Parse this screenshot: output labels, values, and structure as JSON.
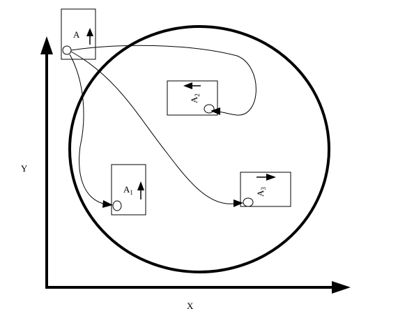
{
  "axes": {
    "x_label": "X",
    "y_label": "Y"
  },
  "frames": {
    "origin": {
      "label": "A",
      "subscript": ""
    },
    "a1": {
      "label": "A",
      "subscript": "1"
    },
    "a2": {
      "label": "A",
      "subscript": "2"
    },
    "a3": {
      "label": "A",
      "subscript": "3"
    }
  },
  "colors": {
    "stroke": "#000000",
    "background": "#ffffff"
  }
}
